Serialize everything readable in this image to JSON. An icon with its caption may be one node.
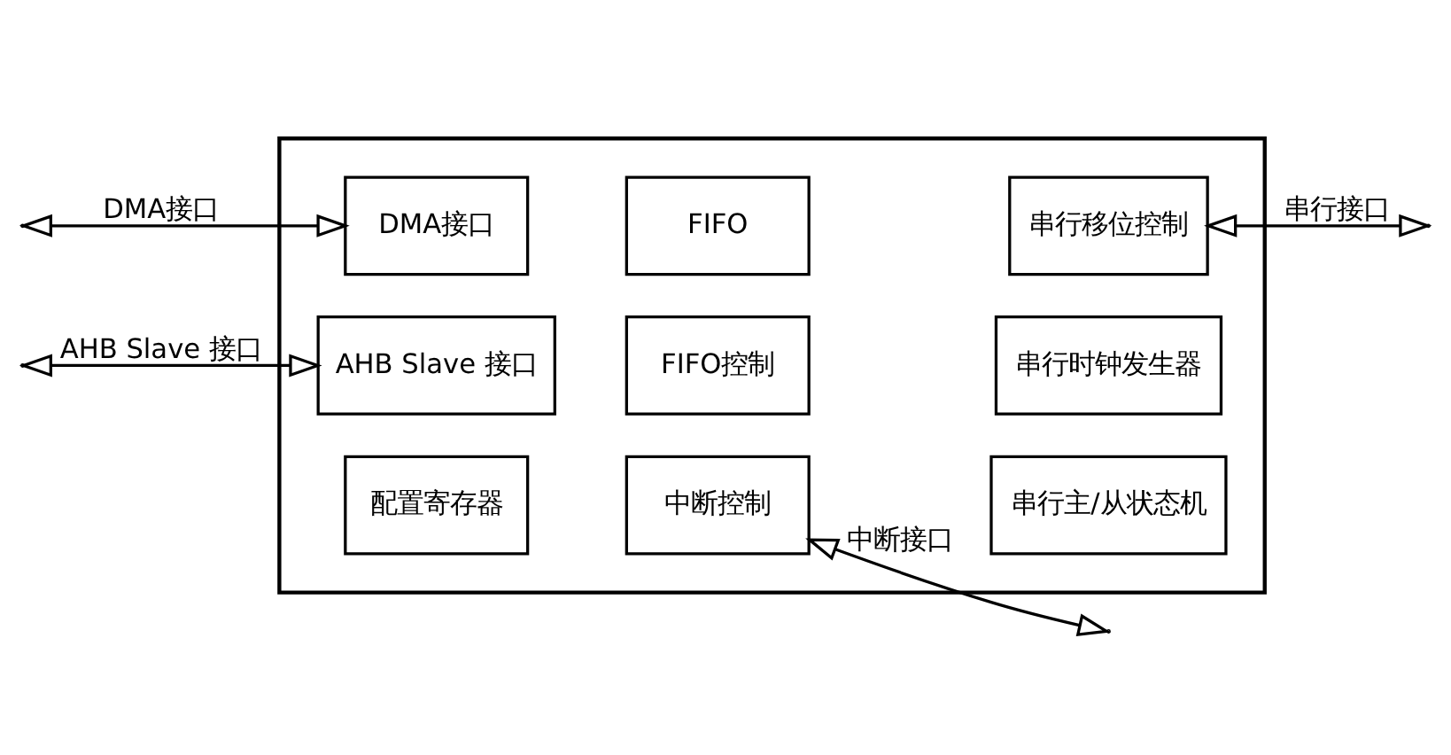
{
  "diagram": {
    "nodes": [
      {
        "text": [],
        "shape": "box"
      },
      {
        "text": [
          "DMA接口"
        ],
        "in": 0
      },
      {
        "text": [
          "FIFO"
        ],
        "in": 0
      },
      {
        "text": [
          "串行移位控制"
        ],
        "in": 0
      },
      {
        "text": [
          "AHB Slave 接口"
        ],
        "in": 0
      },
      {
        "text": [
          "FIFO控制"
        ],
        "in": 0
      },
      {
        "text": [
          "串行时钟发生器"
        ],
        "in": 0
      },
      {
        "text": [
          "配置寄存器"
        ],
        "in": 0
      },
      {
        "text": [
          "中断控制"
        ],
        "in": 0
      },
      {
        "text": [
          "串行主/从状态机"
        ],
        "in": 0
      }
    ],
    "edges": [
      {
        "from": null,
        "to": 1,
        "arrow": "both",
        "label": "DMA接口"
      },
      {
        "from": null,
        "to": 4,
        "arrow": "both",
        "label": "AHB Slave 接口"
      },
      {
        "from": 3,
        "to": null,
        "arrow": "both",
        "label": "串行接口"
      },
      {
        "from": 8,
        "to": null,
        "arrow": "both",
        "label": "中断接口"
      }
    ]
  }
}
